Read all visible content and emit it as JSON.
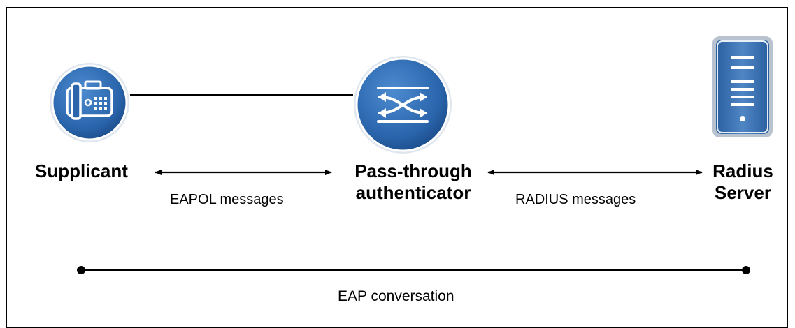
{
  "nodes": {
    "supplicant": {
      "label": "Supplicant",
      "icon": "ip-phone-icon"
    },
    "authenticator": {
      "label_line1": "Pass-through",
      "label_line2": "authenticator",
      "icon": "switch-icon"
    },
    "server": {
      "label_line1": "Radius",
      "label_line2": "Server",
      "icon": "server-icon"
    }
  },
  "links": {
    "eapol": "EAPOL messages",
    "radius": "RADIUS messages"
  },
  "conversation": {
    "label": "EAP conversation"
  },
  "colors": {
    "icon_blue": "#1f5a9e",
    "icon_blue_light": "#3f7fc6",
    "line": "#000000"
  }
}
